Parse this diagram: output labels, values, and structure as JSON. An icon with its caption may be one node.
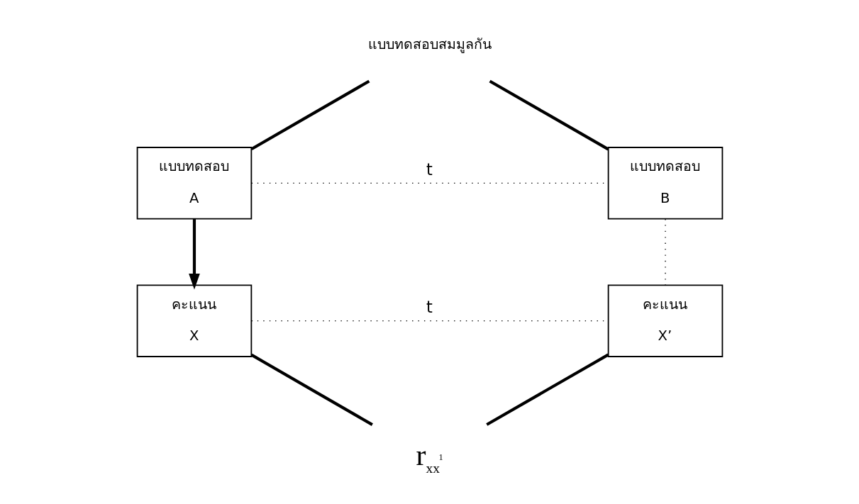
{
  "diagram": {
    "nodes": [
      {
        "text": [
          "แบบทดสอบสมมูลกัน"
        ]
      },
      {
        "text": [
          "แบบทดสอบ",
          "A"
        ]
      },
      {
        "text": [
          "แบบทดสอบ",
          "B"
        ]
      },
      {
        "text": [
          "คะแนน",
          "X"
        ]
      },
      {
        "text": [
          "คะแนน",
          "X’"
        ]
      },
      {
        "text": [
          "r$_{xx}$$^{1}$"
        ]
      }
    ],
    "edges": [
      {
        "from": 0,
        "to": 1,
        "arrow": "none"
      },
      {
        "from": 0,
        "to": 2,
        "arrow": "none"
      },
      {
        "from": 1,
        "to": 2,
        "arrow": "none",
        "style": "dashed",
        "label": "t"
      },
      {
        "from": 1,
        "to": 3,
        "arrow": "to"
      },
      {
        "from": 2,
        "to": 4,
        "arrow": "none",
        "style": "dashed"
      },
      {
        "from": 3,
        "to": 4,
        "arrow": "none",
        "style": "dashed",
        "label": "t"
      },
      {
        "from": 3,
        "to": 5,
        "arrow": "none"
      },
      {
        "from": 4,
        "to": 5,
        "arrow": "none"
      }
    ]
  }
}
